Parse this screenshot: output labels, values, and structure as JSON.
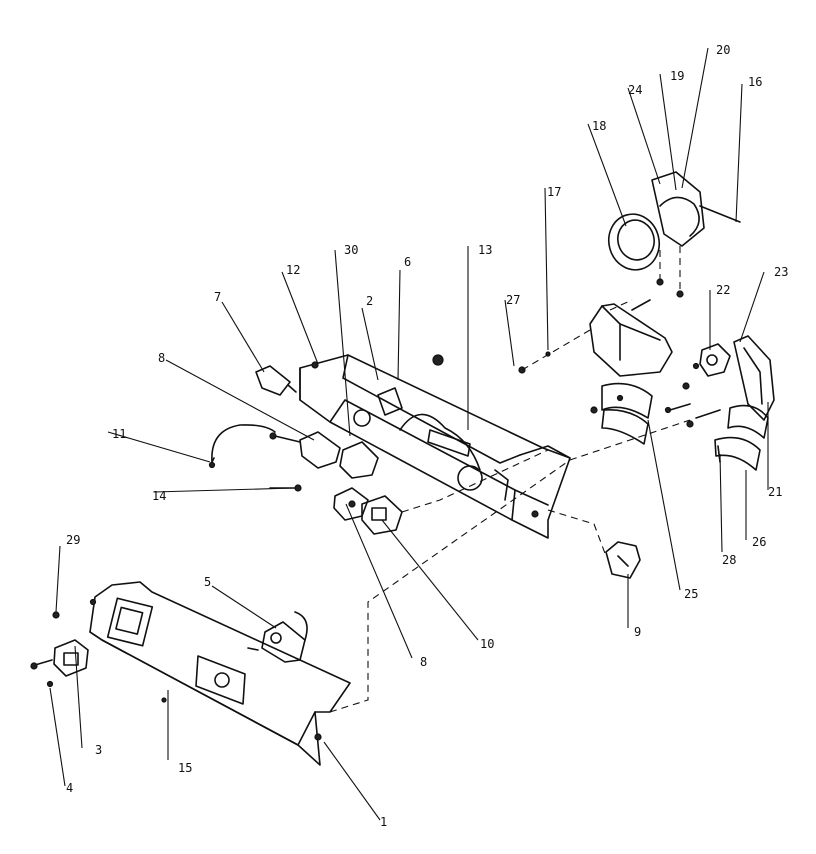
{
  "callouts": [
    {
      "id": "c1",
      "text": "1"
    },
    {
      "id": "c2",
      "text": "2"
    },
    {
      "id": "c3",
      "text": "3"
    },
    {
      "id": "c4",
      "text": "4"
    },
    {
      "id": "c5",
      "text": "5"
    },
    {
      "id": "c6",
      "text": "6"
    },
    {
      "id": "c7",
      "text": "7"
    },
    {
      "id": "c8a",
      "text": "8"
    },
    {
      "id": "c8b",
      "text": "8"
    },
    {
      "id": "c9",
      "text": "9"
    },
    {
      "id": "c10",
      "text": "10"
    },
    {
      "id": "c11",
      "text": "11"
    },
    {
      "id": "c12",
      "text": "12"
    },
    {
      "id": "c13",
      "text": "13"
    },
    {
      "id": "c14",
      "text": "14"
    },
    {
      "id": "c15",
      "text": "15"
    },
    {
      "id": "c16",
      "text": "16"
    },
    {
      "id": "c17",
      "text": "17"
    },
    {
      "id": "c18",
      "text": "18"
    },
    {
      "id": "c19",
      "text": "19"
    },
    {
      "id": "c20",
      "text": "20"
    },
    {
      "id": "c21",
      "text": "21"
    },
    {
      "id": "c22",
      "text": "22"
    },
    {
      "id": "c23",
      "text": "23"
    },
    {
      "id": "c24",
      "text": "24"
    },
    {
      "id": "c25",
      "text": "25"
    },
    {
      "id": "c26",
      "text": "26"
    },
    {
      "id": "c27",
      "text": "27"
    },
    {
      "id": "c28",
      "text": "28"
    },
    {
      "id": "c29",
      "text": "29"
    },
    {
      "id": "c30",
      "text": "30"
    }
  ]
}
